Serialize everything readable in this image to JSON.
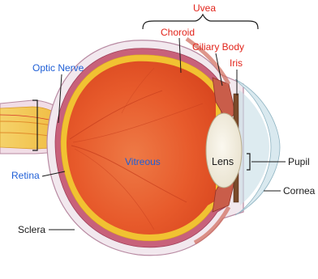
{
  "labels": {
    "uvea": "Uvea",
    "choroid": "Choroid",
    "ciliary_body": "Ciliary Body",
    "iris": "Iris",
    "optic_nerve": "Optic Nerve",
    "vitreous": "Vitreous",
    "lens": "Lens",
    "pupil": "Pupil",
    "retina": "Retina",
    "cornea": "Cornea",
    "sclera": "Sclera"
  },
  "colors": {
    "red_label": "#e2231a",
    "blue_label": "#1f5fd6",
    "black_label": "#1a1a1a",
    "vitreous_fill": "#e8582a",
    "retina_layer": "#f1c232",
    "choroid_layer": "#c9627a",
    "sclera_layer": "#f3e9ef",
    "optic_nerve_fill": "#f2c94c",
    "lens_fill": "#f5f1e6",
    "cornea_fill": "#cfe3ea"
  }
}
